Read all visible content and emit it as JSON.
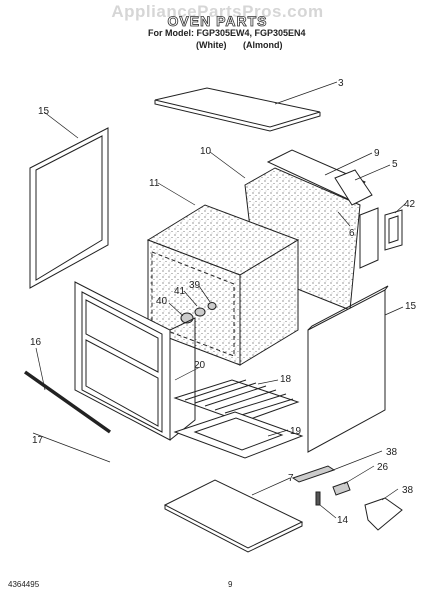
{
  "watermark": "AppliancePartsPros.com",
  "title": "OVEN PARTS",
  "model_line": "For Model: FGP305EW4, FGP305EN4",
  "colors": "(White) (Almond)",
  "document_number": "4364495",
  "page_number": "9",
  "callouts": [
    "3",
    "15",
    "10",
    "9",
    "5",
    "11",
    "42",
    "6",
    "40",
    "41",
    "39",
    "15",
    "16",
    "20",
    "18",
    "17",
    "19",
    "38",
    "7",
    "26",
    "38",
    "14"
  ]
}
